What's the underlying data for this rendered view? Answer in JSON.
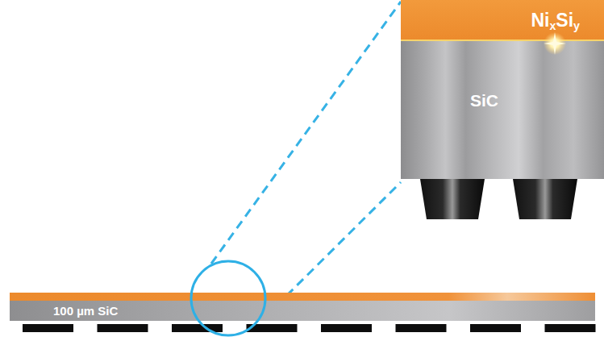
{
  "diagram": {
    "nodes": [
      {
        "text": [
          "NixSiy"
        ]
      },
      {
        "text": [
          "SiC"
        ]
      },
      {
        "text": [
          "100 µm SiC"
        ]
      }
    ]
  }
}
